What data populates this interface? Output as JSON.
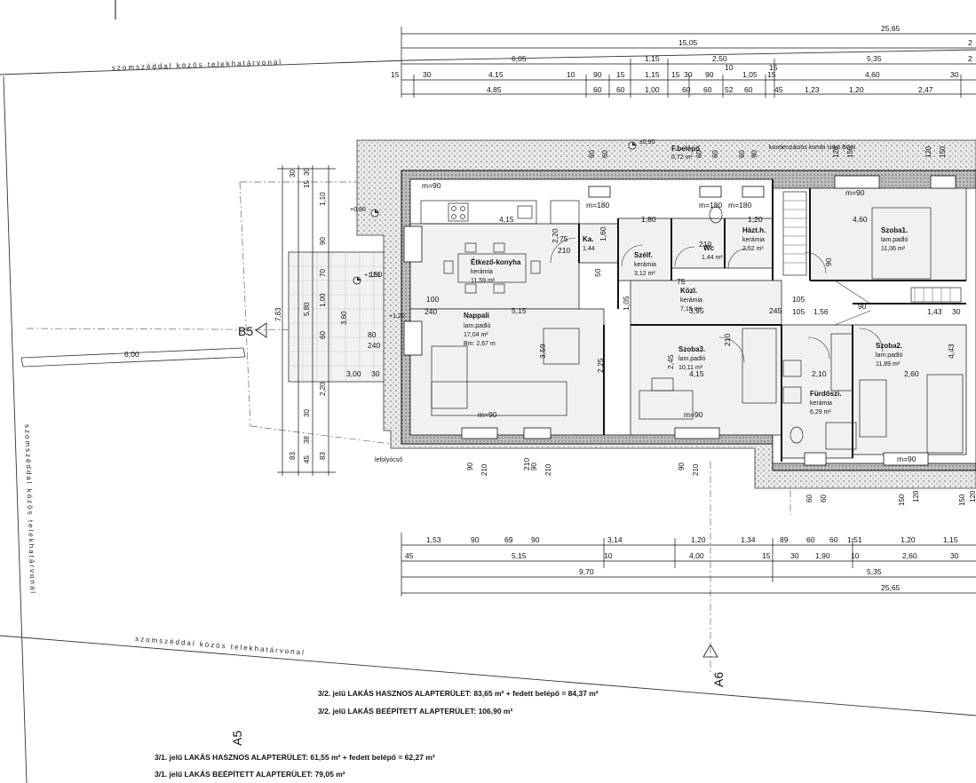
{
  "boundary": {
    "label": "szomszéddal közös telekhatárvonal"
  },
  "sections": {
    "b5": "B5",
    "a5": "A5",
    "a6": "A6"
  },
  "top_dims": {
    "total": "25,65",
    "r2_a": "15,05",
    "r3": [
      "6,05",
      "1,15",
      "2,50",
      "5,35"
    ],
    "r4": [
      "15",
      "30",
      "4,15",
      "10",
      "90",
      "15",
      "1,15",
      "15",
      "30",
      "90",
      "1,05",
      "15",
      "4,60",
      "30"
    ],
    "r4_extra": [
      "10",
      "15"
    ],
    "r5": [
      "4,85",
      "60",
      "60",
      "1,00",
      "60",
      "60",
      "52",
      "60",
      "45",
      "1,23",
      "1,20",
      "2,47"
    ],
    "right_trunc": "2"
  },
  "bottom_dims": {
    "r1": [
      "1,53",
      "90",
      "69",
      "90",
      "3,14",
      "1,20",
      "1,34",
      "89",
      "60",
      "60",
      "1,51",
      "1,20",
      "1,15"
    ],
    "r2": [
      "45",
      "5,15",
      "10",
      "4,00",
      "15",
      "1,90",
      "10",
      "2,60",
      "30"
    ],
    "r2_extra": [
      "30"
    ],
    "r3": [
      "9,70",
      "5,35"
    ],
    "r4": "25,65"
  },
  "left_dims": {
    "chain": [
      "30",
      "15",
      "30",
      "1,10",
      "90",
      "70",
      "1,00",
      "60",
      "2,20",
      "30",
      "38",
      "45",
      "83",
      "83"
    ],
    "total": "7,83",
    "mid": [
      "5,80",
      "3,60"
    ],
    "terrace": [
      "3,00",
      "30"
    ]
  },
  "bottom_vert_dims": [
    "90",
    "210",
    "90",
    "210",
    "210",
    "90",
    "60",
    "60",
    "150",
    "120",
    "150",
    "120"
  ],
  "top_vert_dims": [
    "60",
    "60",
    "60",
    "60",
    "60",
    "90",
    "120",
    "150",
    "120",
    "150"
  ],
  "levels": [
    "+0,90",
    "+1,20",
    "±0,90",
    "+1,20"
  ],
  "parking_dim": "6,00",
  "stair_label": "lefolyócső",
  "rooms": [
    {
      "name": "Étkező-konyha",
      "floor": "kerámia",
      "area": "11,59 m²"
    },
    {
      "name": "Nappali",
      "floor": "lam.padló",
      "area": "17,04 m²",
      "extra": "Bm: 2,67 m"
    },
    {
      "name": "Ka.",
      "floor": "",
      "area": "1,44"
    },
    {
      "name": "Szélf.",
      "floor": "kerámia",
      "area": "3,12 m²"
    },
    {
      "name": "Wc",
      "floor": "",
      "area": "1,44 m²"
    },
    {
      "name": "Házt.h.",
      "floor": "kerámia",
      "area": "2,52 m²"
    },
    {
      "name": "F.belépő",
      "floor": "",
      "area": "0,72 m²"
    },
    {
      "name": "Közl.",
      "floor": "kerámia",
      "area": "7,15 m²"
    },
    {
      "name": "Szoba3.",
      "floor": "lam.padló",
      "area": "10,11 m²"
    },
    {
      "name": "Szoba1.",
      "floor": "lam.padló",
      "area": "11,06 m²"
    },
    {
      "name": "Szoba2.",
      "floor": "lam.padló",
      "area": "11,89 m²"
    },
    {
      "name": "Fürdőszi.",
      "floor": "kerámia",
      "area": "6,29 m²"
    }
  ],
  "condenser_note": "kondenzációs kombi cirkó BGN",
  "inner_dims": [
    "m=90",
    "m=180",
    "m=180",
    "m=90",
    "m=90",
    "m=90",
    "m=90",
    "4,15",
    "1,80",
    "1,20",
    "4,60",
    "2,20",
    "75",
    "210",
    "1,60",
    "75",
    "210",
    "100",
    "5,15",
    "240",
    "3,95",
    "105",
    "105",
    "1,56",
    "245",
    "90",
    "1,43",
    "30",
    "2,45",
    "2,25",
    "3,59",
    "4,15",
    "2,10",
    "2,60",
    "4,43",
    "80",
    "240",
    "150",
    "210",
    "210",
    "90",
    "50",
    "1,05"
  ],
  "summary": {
    "l32_useful": "3/2. jelű LAKÁS HASZNOS ALAPTERÜLET: 83,65 m² + fedett belépő = 84,37 m²",
    "l32_built": "3/2. jelű LAKÁS BEÉPÍTETT ALAPTERÜLET: 106,90 m²",
    "l31_useful": "3/1. jelű LAKÁS HASZNOS ALAPTERÜLET: 61,55 m² + fedett belépő = 62,27 m²",
    "l31_built": "3/1. jelű LAKÁS BEÉPÍTETT ALAPTERÜLET: 79,05 m²"
  }
}
